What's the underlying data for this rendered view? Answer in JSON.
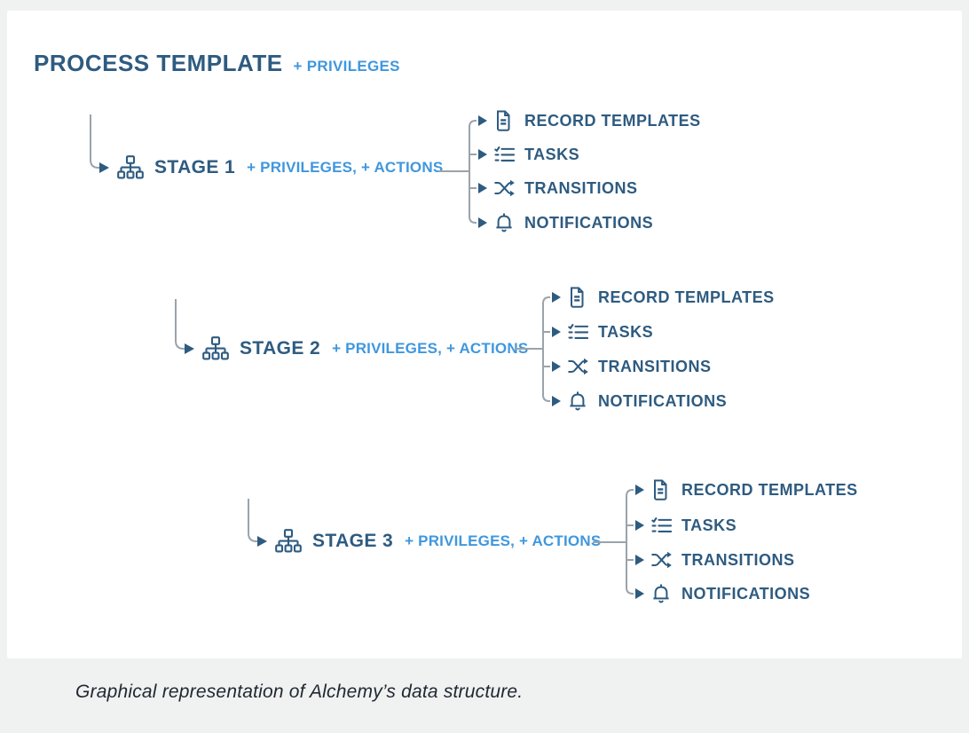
{
  "header": {
    "title": "PROCESS TEMPLATE",
    "suffix": "+ PRIVILEGES"
  },
  "stages": [
    {
      "label": "STAGE 1",
      "suffix": "+ PRIVILEGES, + ACTIONS",
      "icon": "sitemap-icon",
      "items": [
        {
          "label": "RECORD TEMPLATES",
          "icon": "record-template-icon"
        },
        {
          "label": "TASKS",
          "icon": "task-list-icon"
        },
        {
          "label": "TRANSITIONS",
          "icon": "shuffle-icon"
        },
        {
          "label": "NOTIFICATIONS",
          "icon": "bell-icon"
        }
      ]
    },
    {
      "label": "STAGE 2",
      "suffix": "+ PRIVILEGES, + ACTIONS",
      "icon": "sitemap-icon",
      "items": [
        {
          "label": "RECORD TEMPLATES",
          "icon": "record-template-icon"
        },
        {
          "label": "TASKS",
          "icon": "task-list-icon"
        },
        {
          "label": "TRANSITIONS",
          "icon": "shuffle-icon"
        },
        {
          "label": "NOTIFICATIONS",
          "icon": "bell-icon"
        }
      ]
    },
    {
      "label": "STAGE 3",
      "suffix": "+ PRIVILEGES, + ACTIONS",
      "icon": "sitemap-icon",
      "items": [
        {
          "label": "RECORD TEMPLATES",
          "icon": "record-template-icon"
        },
        {
          "label": "TASKS",
          "icon": "task-list-icon"
        },
        {
          "label": "TRANSITIONS",
          "icon": "shuffle-icon"
        },
        {
          "label": "NOTIFICATIONS",
          "icon": "bell-icon"
        }
      ]
    }
  ],
  "caption": "Graphical representation of Alchemy’s data structure.",
  "colors": {
    "navy": "#2e5b80",
    "blue": "#3f97de",
    "line": "#9aa3ab",
    "page-bg": "#f0f1f1",
    "card-bg": "#ffffff",
    "caption": "#1f2730"
  }
}
